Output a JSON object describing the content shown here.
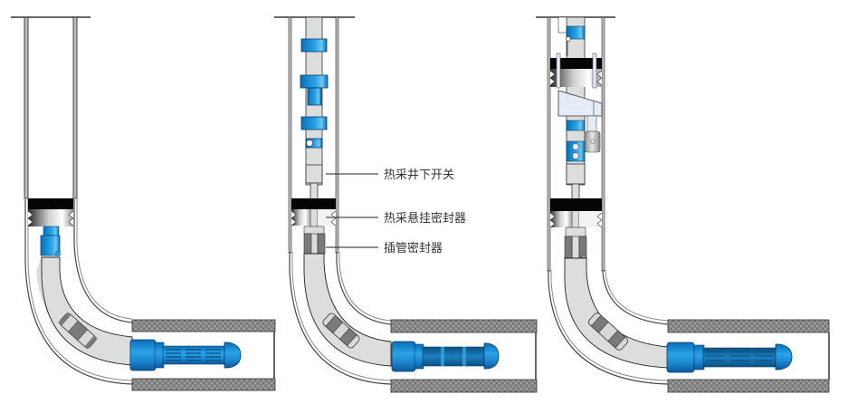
{
  "diagram": {
    "title": "",
    "panels": [
      {
        "id": "panel-1",
        "description": "Well with hanger seal and blue completion tool in horizontal section"
      },
      {
        "id": "panel-2",
        "description": "Thermal recovery string with downhole switch, hanger seal and stinger seal"
      },
      {
        "id": "panel-3",
        "description": "Dual-packer configuration with bypass and downhole switch"
      }
    ],
    "labels": [
      {
        "id": "downhole-switch",
        "text": "热采井下开关"
      },
      {
        "id": "hanger-seal",
        "text": "热采悬挂密封器"
      },
      {
        "id": "stinger-seal",
        "text": "插管密封器"
      }
    ],
    "colors": {
      "tool_blue": "#1e8fd6",
      "tool_blue_dark": "#0a5a8c",
      "pipe_gray": "#dcdddd",
      "casing_stroke": "#3a3a3a",
      "packer_black": "#050505",
      "hatch_gray": "#8a8a8a",
      "seal_gray": "#7a7a7a"
    }
  }
}
